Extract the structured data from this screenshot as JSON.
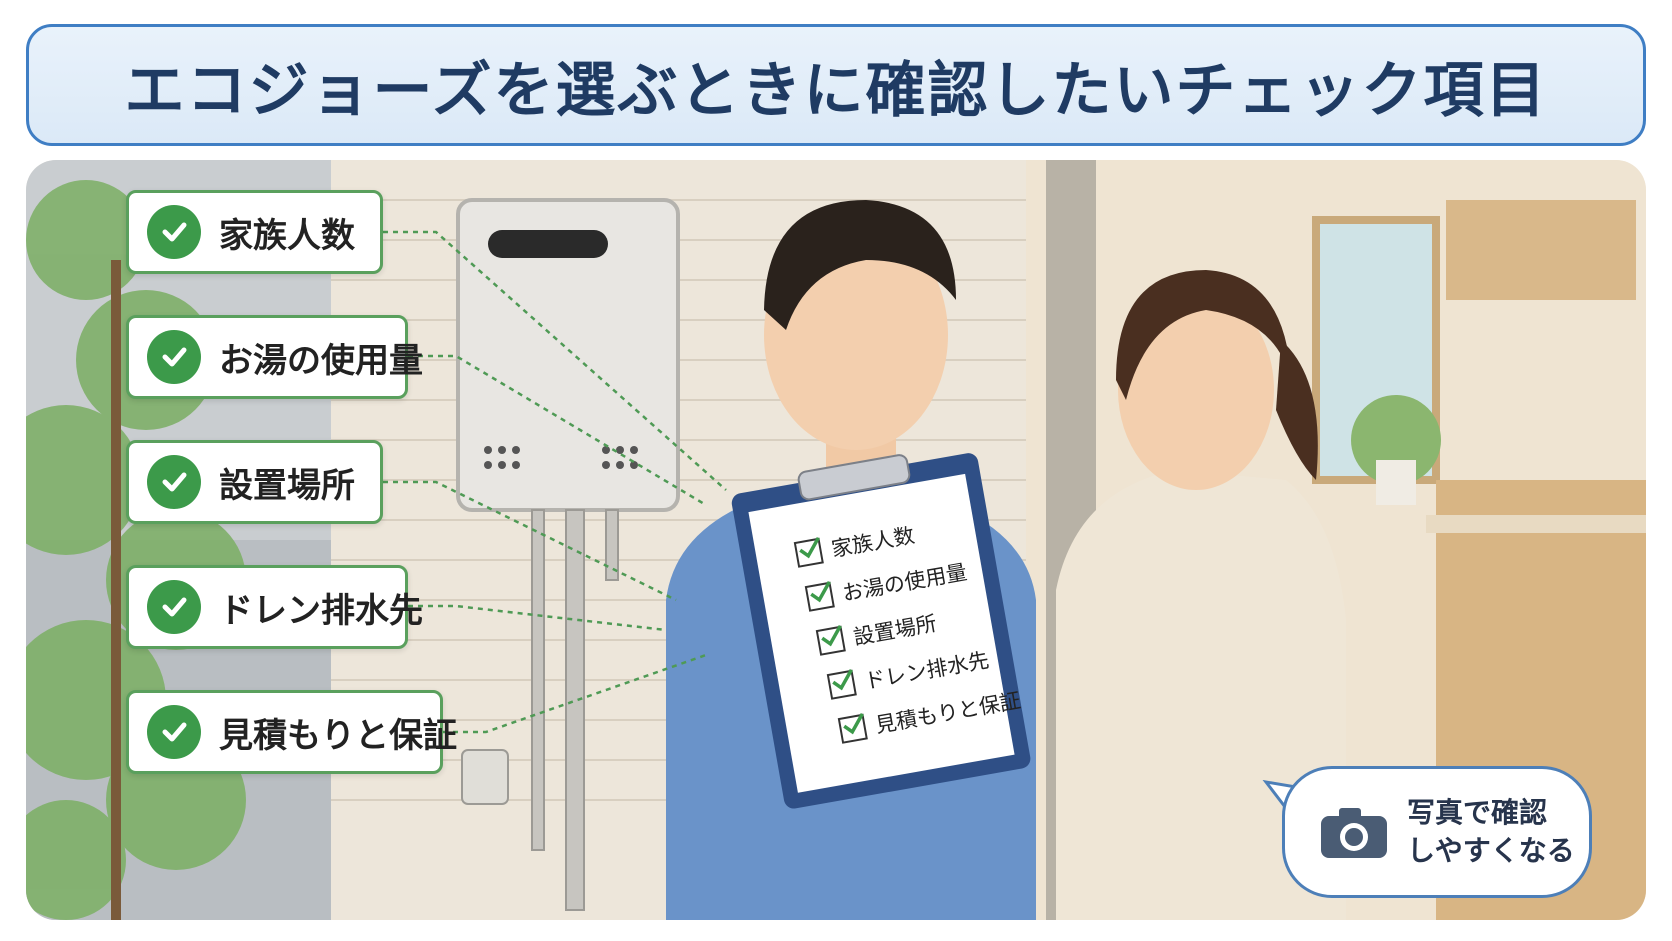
{
  "title": "エコジョーズを選ぶときに確認したいチェック項目",
  "checklist": [
    {
      "label": "家族人数"
    },
    {
      "label": "お湯の使用量"
    },
    {
      "label": "設置場所"
    },
    {
      "label": "ドレン排水先"
    },
    {
      "label": "見積もりと保証"
    }
  ],
  "clipboard_items": [
    {
      "label": "家族人数"
    },
    {
      "label": "お湯の使用量"
    },
    {
      "label": "設置場所"
    },
    {
      "label": "ドレン排水先"
    },
    {
      "label": "見積もりと保証"
    }
  ],
  "bubble": {
    "line1": "写真で確認",
    "line2": "しやすくなる",
    "icon": "camera-icon"
  },
  "colors": {
    "title_border": "#3f7ec4",
    "title_text": "#1f3b63",
    "check_green": "#3c9a4a",
    "card_border": "#5aa05d",
    "bubble_border": "#4d7fb8"
  }
}
